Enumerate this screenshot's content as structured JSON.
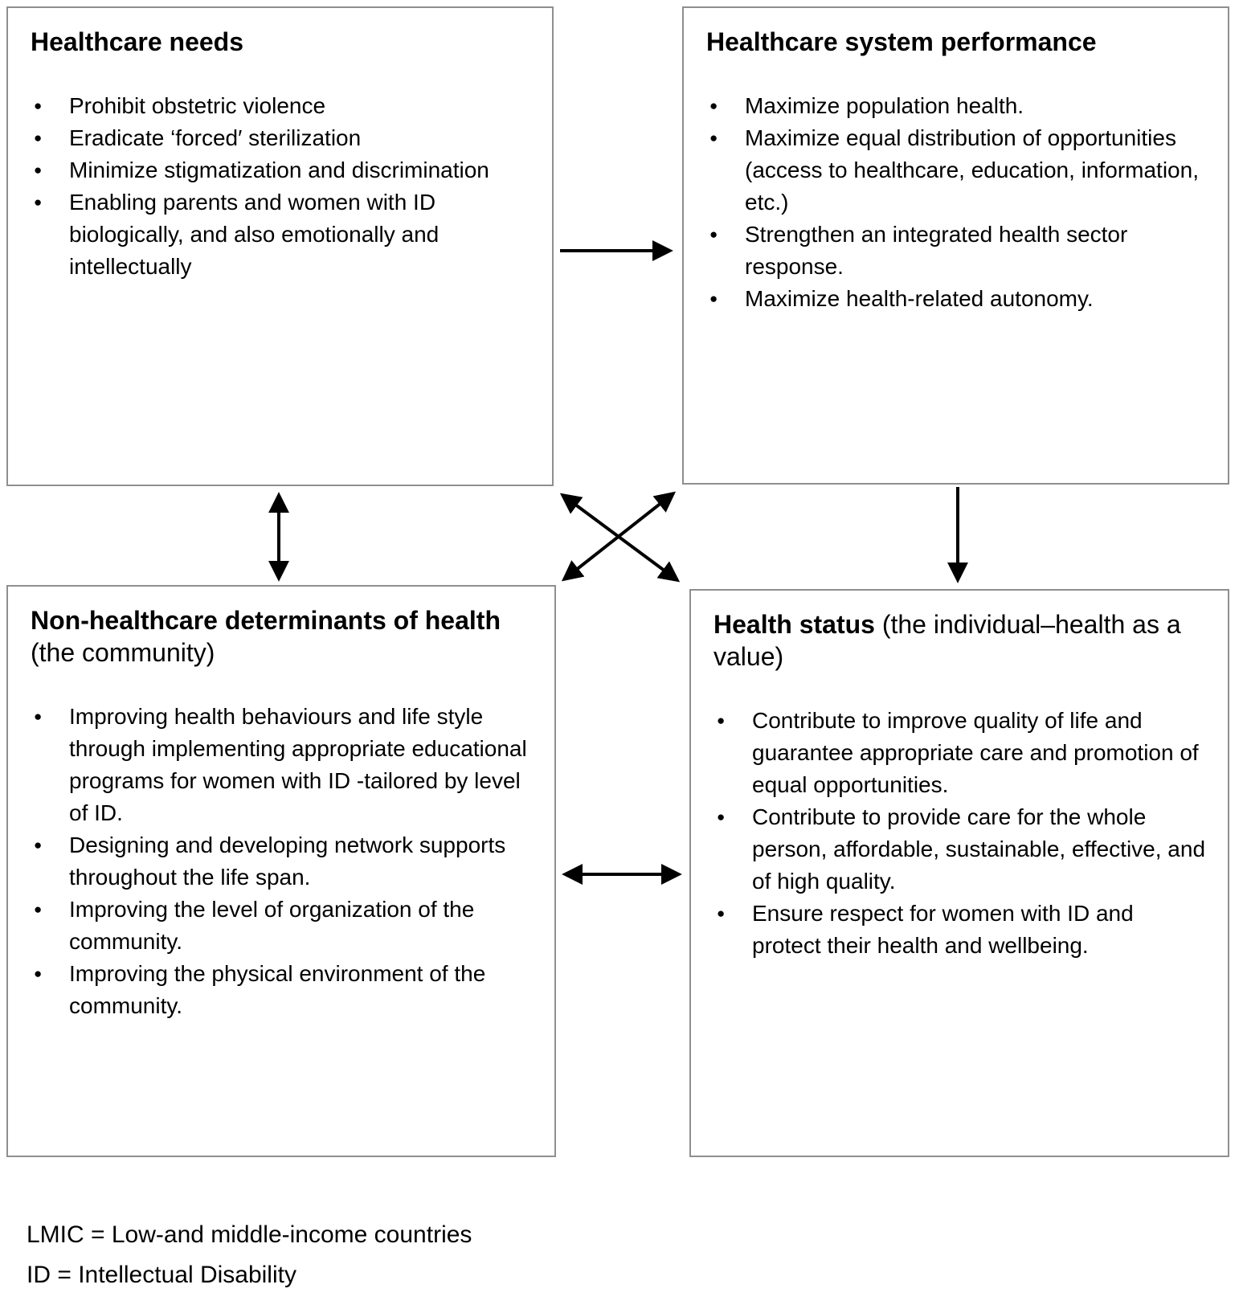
{
  "diagram": {
    "boxes": {
      "healthcare_needs": {
        "title_bold": "Healthcare needs",
        "title_rest": "",
        "bullets": [
          "Prohibit obstetric violence",
          "Eradicate ‘forced′ sterilization",
          "Minimize stigmatization and discrimination",
          "Enabling parents and women with ID biologically, and also emotionally and intellectually"
        ]
      },
      "system_performance": {
        "title_bold": "Healthcare system performance",
        "title_rest": "",
        "bullets": [
          "Maximize population health.",
          "Maximize equal distribution of opportunities (access to healthcare, education, information, etc.)",
          "Strengthen an integrated health sector response.",
          "Maximize health-related autonomy."
        ]
      },
      "non_healthcare_determinants": {
        "title_bold": "Non-healthcare determinants of health",
        "title_rest": " (the community)",
        "bullets": [
          "Improving health behaviours and life style through implementing appropriate educational programs for women with ID -tailored by level of ID.",
          "Designing and developing network supports throughout the life span.",
          "Improving the level of organization of the community.",
          "Improving the physical environment of the community."
        ]
      },
      "health_status": {
        "title_bold": "Health status",
        "title_rest": " (the individual–health as a value)",
        "bullets": [
          "Contribute to improve quality of life and guarantee appropriate care and promotion of equal opportunities.",
          "Contribute to provide care for the whole person, affordable, sustainable, effective, and of high quality.",
          "Ensure respect for women with ID and protect their health and wellbeing."
        ]
      }
    },
    "arrows": [
      {
        "from": "healthcare_needs",
        "to": "system_performance",
        "type": "single",
        "direction": "right"
      },
      {
        "from": "healthcare_needs",
        "to": "non_healthcare_determinants",
        "type": "double",
        "direction": "vertical"
      },
      {
        "from": "system_performance",
        "to": "health_status",
        "type": "single",
        "direction": "down"
      },
      {
        "from": "healthcare_needs",
        "to": "health_status",
        "type": "double",
        "direction": "diagonal"
      },
      {
        "from": "system_performance",
        "to": "non_healthcare_determinants",
        "type": "double",
        "direction": "diagonal"
      },
      {
        "from": "non_healthcare_determinants",
        "to": "health_status",
        "type": "double",
        "direction": "horizontal"
      }
    ],
    "legend": {
      "line1": "LMIC = Low-and middle-income countries",
      "line2": "ID = Intellectual Disability"
    },
    "colors": {
      "background": "#ffffff",
      "box_border": "#8f8f8f",
      "text": "#000000",
      "arrow": "#000000"
    }
  }
}
